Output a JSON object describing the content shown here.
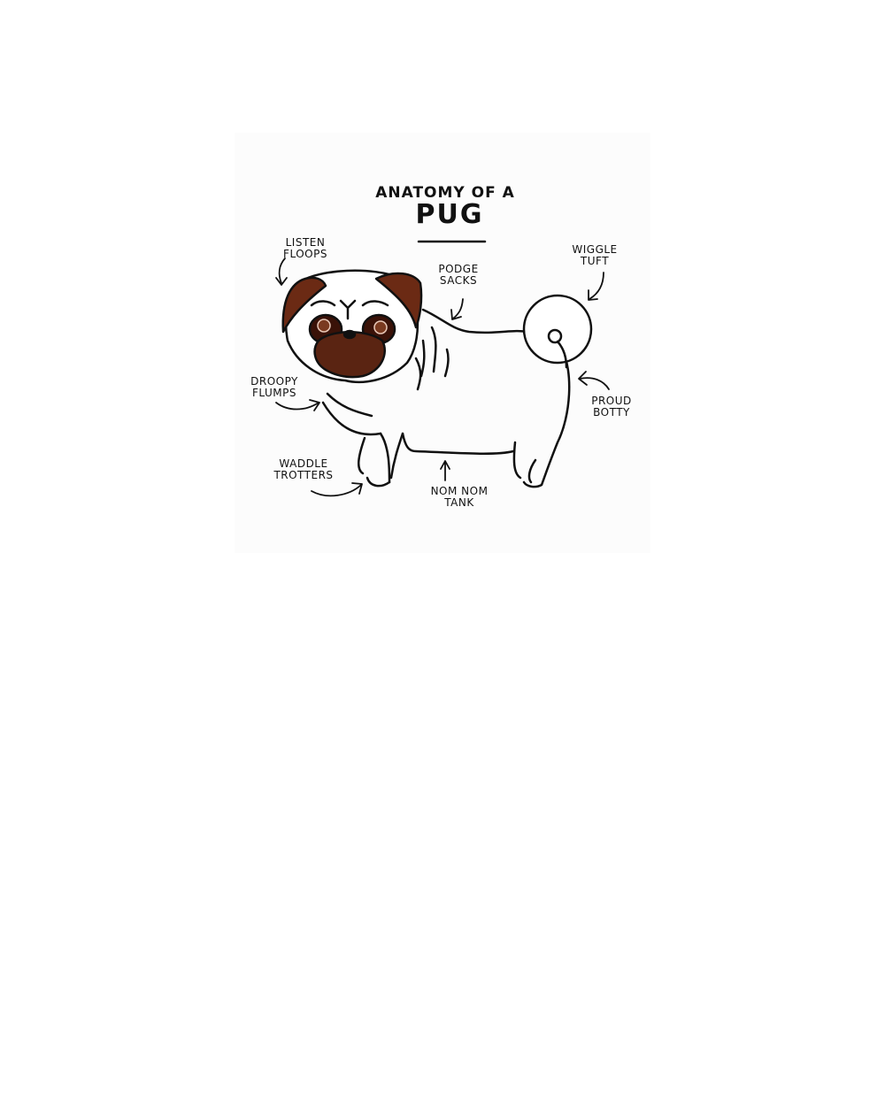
{
  "title": {
    "line1": "ANATOMY OF A",
    "line2": "PUG"
  },
  "labels": {
    "ears": "LISTEN FLOOPS",
    "neck": "PODGE SACKS",
    "tail": "WIGGLE TUFT",
    "jowls": "DROOPY FLUMPS",
    "rear": "PROUD BOTTY",
    "feet": "WADDLE TROTTERS",
    "belly": "NOM NOM TANK"
  },
  "colors": {
    "ink": "#111111",
    "fur_dark": "#5a2412",
    "fur_light": "#ffffff"
  }
}
